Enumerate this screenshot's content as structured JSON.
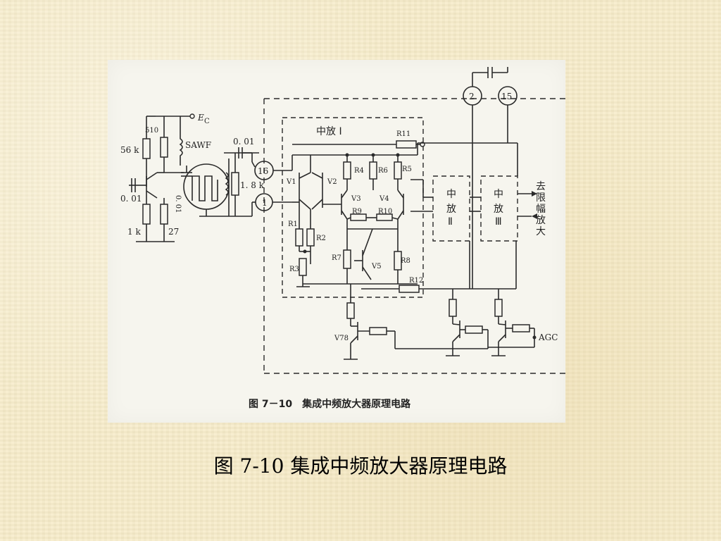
{
  "slide": {
    "caption": "图 7-10 集成中频放大器原理电路"
  },
  "figure": {
    "caption": "图 7－10　集成中频放大器原理电路",
    "components": {
      "supply": "E",
      "supply_sub": "C",
      "r_510": "510",
      "r_56k": "56 k",
      "sawf": "SAWF",
      "c_001_top": "0. 01",
      "c_001_left": "0. 01",
      "c_001_vertical": "0. 01",
      "r_1k": "1 k",
      "r_27": "27",
      "r_18k": "1. 8 k",
      "pin_16": "16",
      "pin_1": "1",
      "pin_2": "2",
      "pin_15": "15",
      "if_stage_1": "中放 I",
      "if_stage_2_line1": "中",
      "if_stage_2_line2": "放",
      "if_stage_2_line3": "Ⅱ",
      "if_stage_3_line1": "中",
      "if_stage_3_line2": "放",
      "if_stage_3_line3": "Ⅲ",
      "out_1": "去",
      "out_2": "限",
      "out_3": "幅",
      "out_4": "放",
      "out_5": "大",
      "v1": "V1",
      "v2": "V2",
      "v3": "V3",
      "v4": "V4",
      "v5": "V5",
      "v78": "V78",
      "r1": "R1",
      "r2": "R2",
      "r3": "R3",
      "r4": "R4",
      "r5": "R5",
      "r6": "R6",
      "r7": "R7",
      "r8": "R8",
      "r9": "R9",
      "r10": "R10",
      "r11": "R11",
      "r12": "R12",
      "agc": "AGC"
    }
  }
}
